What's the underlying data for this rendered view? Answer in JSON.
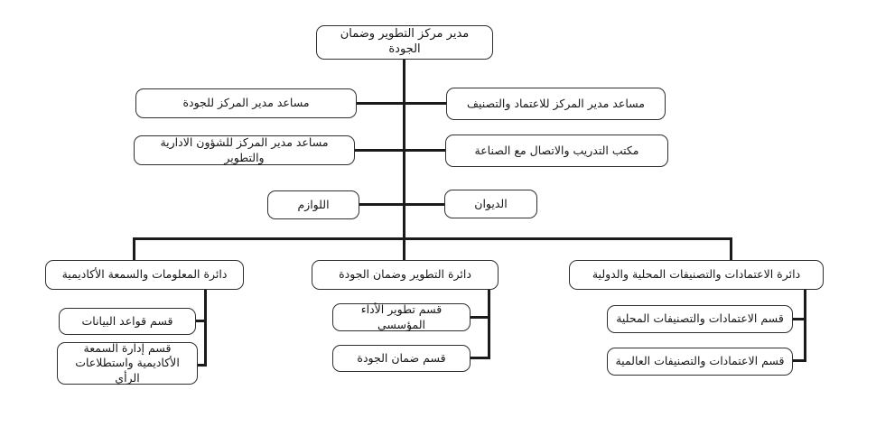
{
  "org_chart": {
    "title": "مدير مركز التطوير وضمان الجودة",
    "root": {
      "label": "مدير مركز التطوير وضمان الجودة"
    },
    "staff_rows": [
      {
        "left": "مساعد مدير المركز للجودة",
        "right": "مساعد مدير المركز للاعتماد والتصنيف"
      },
      {
        "left": "مساعد مدير المركز للشؤون الادارية والتطوير",
        "right": "مكتب التدريب والاتصال مع الصناعة"
      },
      {
        "left": "اللوازم",
        "right": "الديوان"
      }
    ],
    "departments": [
      {
        "label": "دائرة المعلومات والسمعة الأكاديمية",
        "sections": [
          "قسم قواعد البيانات",
          "قسم إدارة السمعة الأكاديمية واستطلاعات الرأي"
        ]
      },
      {
        "label": "دائرة التطوير وضمان الجودة",
        "sections": [
          "قسم تطوير الأداء المؤسسي",
          "قسم ضمان الجودة"
        ]
      },
      {
        "label": "دائرة الاعتمادات والتصنيفات المحلية والدولية",
        "sections": [
          "قسم الاعتمادات والتصنيفات المحلية",
          "قسم الاعتمادات والتصنيفات العالمية"
        ]
      }
    ],
    "colors": {
      "line": "#1b1b1b",
      "box_border": "#2f2f2f",
      "background": "#ffffff"
    }
  }
}
